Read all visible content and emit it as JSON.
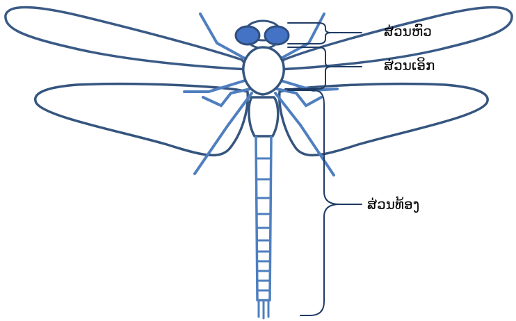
{
  "labels": {
    "head": "ສ່ວນຫົວ",
    "thorax": "ສ່ວນເອິກ",
    "abdomen": "ສ່ວນທ້ອງ"
  },
  "colors": {
    "outline": "#35557f",
    "light": "#4f7fbf",
    "eye": "#4472c4",
    "bracket": "#1f3b64"
  }
}
